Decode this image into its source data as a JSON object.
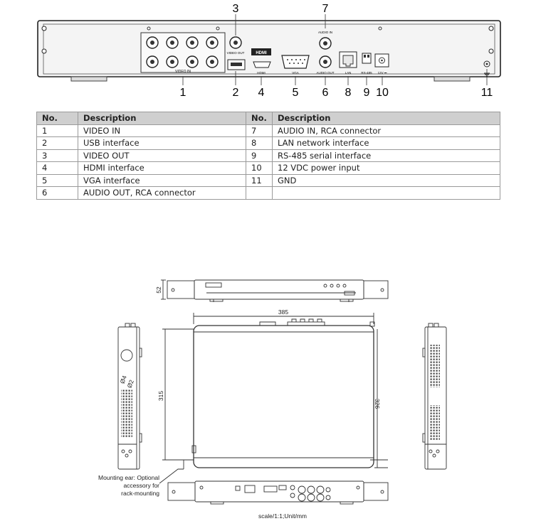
{
  "rear_panel": {
    "port_numbers": [
      "1",
      "2",
      "3",
      "4",
      "5",
      "6",
      "7",
      "8",
      "9",
      "10",
      "11"
    ],
    "labels": {
      "video_in": "VIDEO IN",
      "video_out": "VIDEO OUT",
      "hdmi": "HDMI",
      "vga": "VGA",
      "audio_out": "AUDIO OUT",
      "audio_in": "AUDIO IN",
      "lan": "LAN",
      "rs485": "RS-485",
      "power": "12V ⎓"
    }
  },
  "table": {
    "headers": {
      "no": "No.",
      "desc": "Description"
    },
    "left": [
      {
        "no": "1",
        "desc": "VIDEO IN"
      },
      {
        "no": "2",
        "desc": "USB interface"
      },
      {
        "no": "3",
        "desc": "VIDEO OUT"
      },
      {
        "no": "4",
        "desc": "HDMI interface"
      },
      {
        "no": "5",
        "desc": "VGA interface"
      },
      {
        "no": "6",
        "desc": "AUDIO OUT, RCA connector"
      }
    ],
    "right": [
      {
        "no": "7",
        "desc": "AUDIO IN, RCA connector"
      },
      {
        "no": "8",
        "desc": "LAN network interface"
      },
      {
        "no": "9",
        "desc": "RS-485 serial interface"
      },
      {
        "no": "10",
        "desc": "12 VDC power input"
      },
      {
        "no": "11",
        "desc": "GND"
      },
      {
        "no": "",
        "desc": ""
      }
    ]
  },
  "drawing": {
    "dim_height": "52",
    "dim_width": "385",
    "dim_depth": "315",
    "dim_depth_outer": "326",
    "hole_a": "Ø4",
    "hole_b": "Ø2",
    "mounting_note": [
      "Mounting ear: Optional",
      "accessory for",
      "rack-mounting"
    ],
    "scale": "scale/1:1;Unit/mm"
  }
}
